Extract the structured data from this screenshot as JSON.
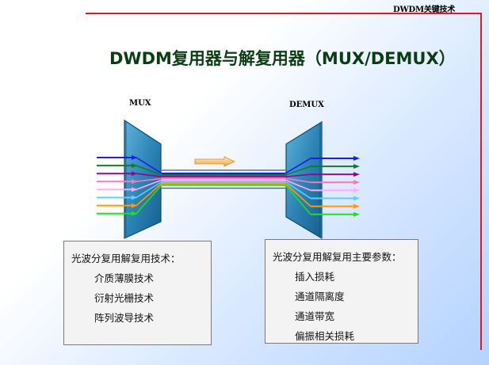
{
  "header": {
    "label": "DWDM关键技术"
  },
  "title": "DWDM复用器与解复用器（MUX/DEMUX）",
  "mux_label": "MUX",
  "demux_label": "DEMUX",
  "colors": {
    "frame": "#e8141b",
    "title": "#0b3d15",
    "device": "#2d7fb0",
    "channels": [
      "#1a1aff",
      "#117a2e",
      "#8b0a8b",
      "#ff77bb",
      "#ffaaff",
      "#66ccff",
      "#ff9a00",
      "#22dd22"
    ]
  },
  "left_box": {
    "heading": "光波分复用解复用技术：",
    "items": [
      "介质薄膜技术",
      "衍射光栅技术",
      "阵列波导技术"
    ]
  },
  "right_box": {
    "heading": "光波分复用解复用主要参数：",
    "items": [
      "插入损耗",
      "通道隔离度",
      "通道带宽",
      "偏振相关损耗"
    ]
  }
}
